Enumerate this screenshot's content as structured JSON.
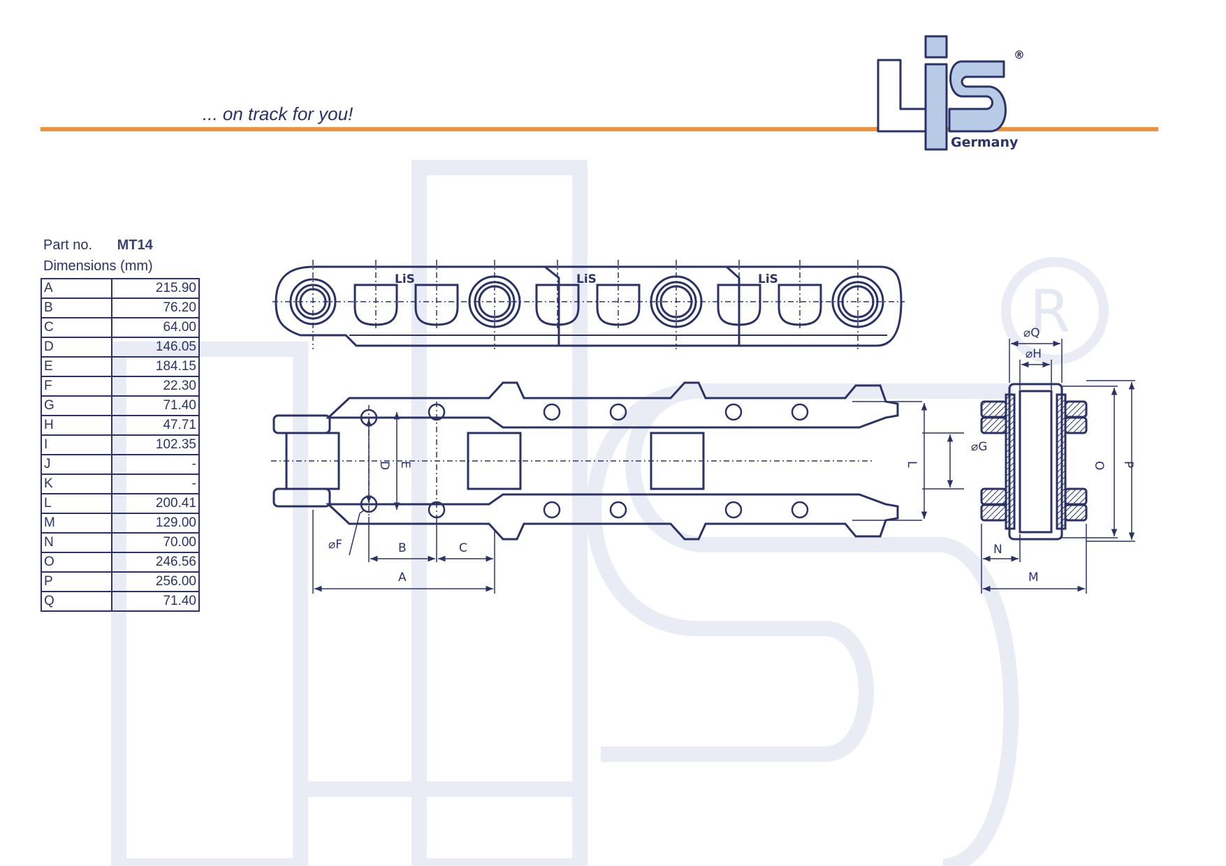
{
  "header": {
    "tagline": "... on track for you!",
    "logo_text": "LiS",
    "logo_registered": "®",
    "logo_subtitle": "Germany"
  },
  "part": {
    "label": "Part no.",
    "number": "MT14"
  },
  "dimensions": {
    "title": "Dimensions (mm)",
    "rows": [
      {
        "key": "A",
        "value": "215.90"
      },
      {
        "key": "B",
        "value": "76.20"
      },
      {
        "key": "C",
        "value": "64.00"
      },
      {
        "key": "D",
        "value": "146.05"
      },
      {
        "key": "E",
        "value": "184.15"
      },
      {
        "key": "F",
        "value": "22.30"
      },
      {
        "key": "G",
        "value": "71.40"
      },
      {
        "key": "H",
        "value": "47.71"
      },
      {
        "key": "I",
        "value": "102.35"
      },
      {
        "key": "J",
        "value": "-"
      },
      {
        "key": "K",
        "value": "-"
      },
      {
        "key": "L",
        "value": "200.41"
      },
      {
        "key": "M",
        "value": "129.00"
      },
      {
        "key": "N",
        "value": "70.00"
      },
      {
        "key": "O",
        "value": "246.56"
      },
      {
        "key": "P",
        "value": "256.00"
      },
      {
        "key": "Q",
        "value": "71.40"
      }
    ]
  },
  "drawing_labels": {
    "a": "A",
    "b": "B",
    "c": "C",
    "d": "D",
    "e": "E",
    "f": "⌀F",
    "g": "⌀G",
    "h": "⌀H",
    "q": "⌀Q",
    "l": "L",
    "m": "M",
    "n": "N",
    "o": "O",
    "p": "P",
    "link_mark": "LiS"
  },
  "colors": {
    "ink": "#2a3266",
    "accent": "#f0913c",
    "logo_fill": "#b8cbe6",
    "watermark": "#e9ecf5"
  }
}
